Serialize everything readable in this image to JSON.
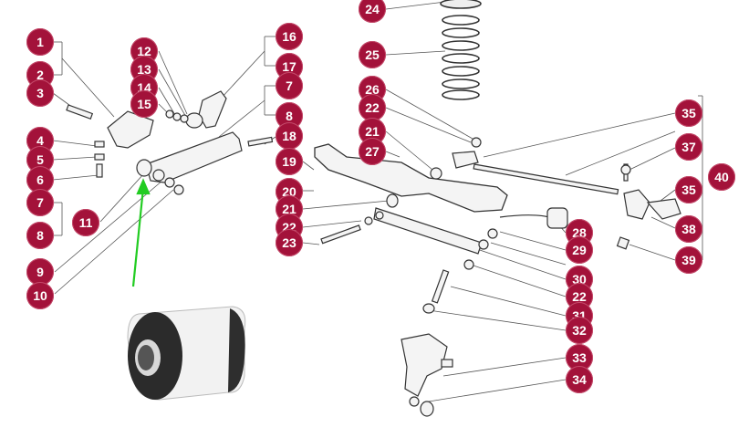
{
  "labels": {
    "l1": "1",
    "l2": "2",
    "l3": "3",
    "l4": "4",
    "l5": "5",
    "l6": "6",
    "l7a": "7",
    "l7b": "7",
    "l8a": "8",
    "l8b": "8",
    "l9": "9",
    "l10": "10",
    "l11": "11",
    "l12": "12",
    "l13": "13",
    "l14": "14",
    "l15": "15",
    "l16": "16",
    "l17": "17",
    "l18": "18",
    "l19": "19",
    "l20": "20",
    "l21a": "21",
    "l21b": "21",
    "l22a": "22",
    "l22b": "22",
    "l22c": "22",
    "l23": "23",
    "l24": "24",
    "l25": "25",
    "l26": "26",
    "l27": "27",
    "l28": "28",
    "l29": "29",
    "l30": "30",
    "l31": "31",
    "l32": "32",
    "l33": "33",
    "l34": "34",
    "l35a": "35",
    "l35b": "35",
    "l37": "37",
    "l38": "38",
    "l39": "39",
    "l40": "40"
  },
  "colors": {
    "badge": "#a3123a",
    "highlight_arrow": "#22cc22",
    "line_art": "#333333"
  },
  "highlighted_part": "rubber-bushing"
}
